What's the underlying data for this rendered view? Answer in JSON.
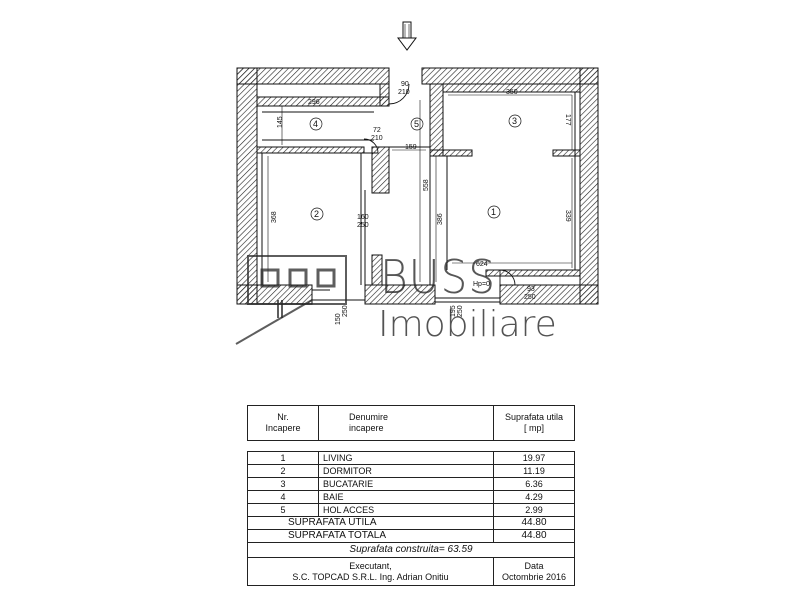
{
  "plan": {
    "dimensions": {
      "door_entry_w": "90",
      "door_entry_h": "210",
      "bath_w": "296",
      "bath_h": "145",
      "bath_door_w": "72",
      "bath_door_h": "210",
      "kitchen_w": "350",
      "kitchen_h": "177",
      "hall_w": "159",
      "hall_h": "558",
      "bed_h": "368",
      "bed_door_w": "160",
      "bed_door_h": "250",
      "living_side": "386",
      "living_right": "339",
      "living_w": "624",
      "living_door_w": "93",
      "living_door_h": "250",
      "win_w": "150",
      "win_h": "250",
      "win2_w": "195",
      "win2_h": "250",
      "small_note": "Hp=0"
    },
    "rooms": [
      "1",
      "2",
      "3",
      "4",
      "5"
    ]
  },
  "logo": {
    "line1": "BUSS",
    "line2": "Imobiliare"
  },
  "table": {
    "headers": {
      "nr": "Nr.\nIncapere",
      "name": "Denumire\nincapere",
      "area": "Suprafata utila\n[ mp]"
    },
    "rows": [
      {
        "nr": "1",
        "name": "LIVING",
        "area": "19.97"
      },
      {
        "nr": "2",
        "name": "DORMITOR",
        "area": "11.19"
      },
      {
        "nr": "3",
        "name": "BUCATARIE",
        "area": "6.36"
      },
      {
        "nr": "4",
        "name": "BAIE",
        "area": "4.29"
      },
      {
        "nr": "5",
        "name": "HOL ACCES",
        "area": "2.99"
      }
    ],
    "util_label": "SUPRAFATA UTILA",
    "util_value": "44.80",
    "total_label": "SUPRAFATA TOTALA",
    "total_value": "44.80",
    "built": "Suprafata construita= 63.59",
    "executant": "Executant,\nS.C. TOPCAD S.R.L. Ing. Adrian Onitiu",
    "date": "Data\nOctombrie 2016"
  },
  "colors": {
    "line": "#111111",
    "hatch": "#222222"
  }
}
